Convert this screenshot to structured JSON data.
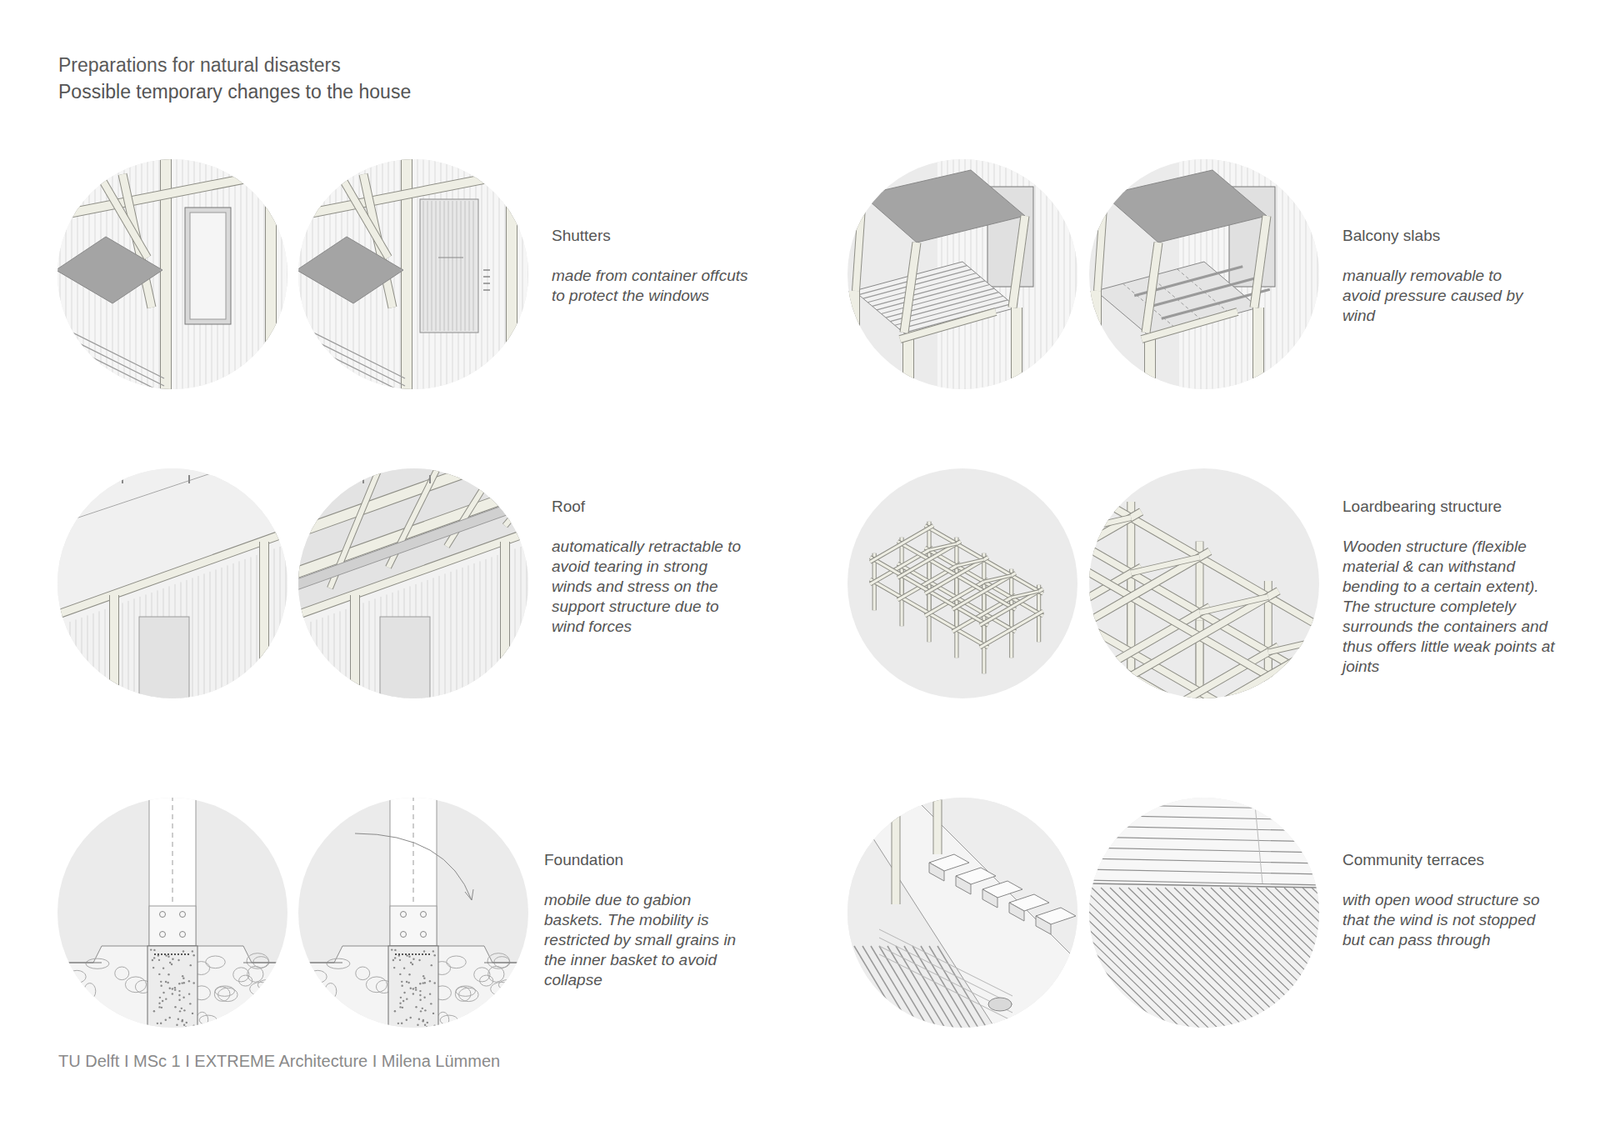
{
  "diagram": {
    "title": "Preparations for natural disasters",
    "caption": "TU Delft I MSc 1 I EXTREME Architecture I Milena Lümmen",
    "labels": [
      "Possible temporary changes to the house",
      "Shutters",
      "made from container offcuts to protect the windows",
      "Balcony slabs",
      "manually removable to avoid pressure caused by wind",
      "Roof",
      "automatically retractable to avoid tearing in strong winds and stress on the support structure due to wind forces",
      "Loardbearing structure",
      "Wooden structure (flexible material & can withstand bending to a certain extent). The structure completely surrounds the containers and thus offers little weak points at joints",
      "Foundation",
      "mobile due to gabion baskets. The mobility is restricted by small grains in the inner basket to avoid collapse",
      "Community terraces",
      "with open wood structure so that the wind is not stopped but can pass through"
    ]
  }
}
